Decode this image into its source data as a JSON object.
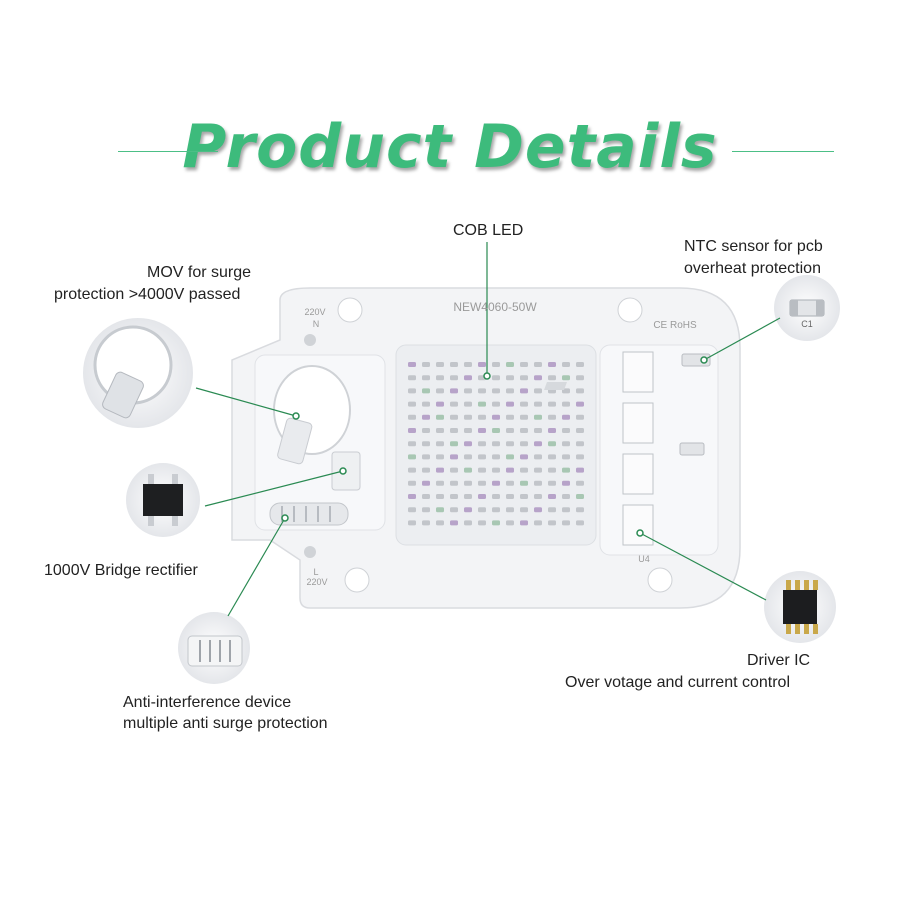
{
  "title": "Product Details",
  "colors": {
    "accent": "#3dbb7c",
    "leader": "#2a8a52",
    "board": "#f2f3f5"
  },
  "board": {
    "model": "NEW4060-50W",
    "cert": "CE RoHS",
    "top_left_voltage": "220V",
    "top_left_pole": "N",
    "bottom_left_pole": "L",
    "bottom_left_voltage": "220V",
    "ic_ref": "U4",
    "cap_ref": "C1"
  },
  "callouts": {
    "cob": {
      "line1": "COB LED"
    },
    "ntc": {
      "line1": "NTC sensor for pcb",
      "line2": "overheat protection"
    },
    "mov": {
      "line1": "MOV for surge",
      "line2": "protection >4000V passed"
    },
    "bridge": {
      "line1": "1000V Bridge rectifier"
    },
    "anti": {
      "line1": "Anti-interference device",
      "line2": "multiple anti surge protection"
    },
    "driver": {
      "line1": "Driver IC",
      "line2": "Over votage and current control"
    }
  }
}
